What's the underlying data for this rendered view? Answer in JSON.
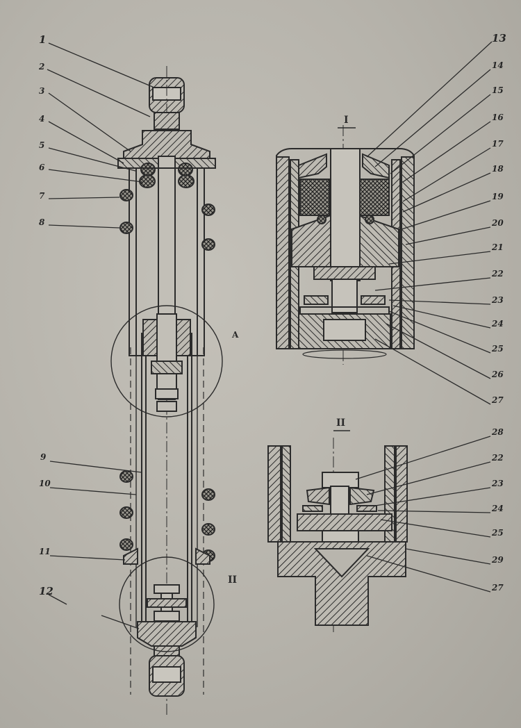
{
  "labels": [
    "1",
    "2",
    "3",
    "4",
    "5",
    "6",
    "7",
    "8",
    "9",
    "10",
    "11",
    "12",
    "13",
    "14",
    "15",
    "16",
    "17",
    "18",
    "19",
    "20",
    "21",
    "22",
    "23",
    "24",
    "25",
    "26",
    "27"
  ],
  "detail_ii_labels": [
    "28",
    "22",
    "23",
    "24",
    "25",
    "29",
    "27"
  ],
  "section_marks": {
    "view_i": "I",
    "view_ii": "II",
    "callout_ii": "II",
    "callout_a": "A"
  }
}
